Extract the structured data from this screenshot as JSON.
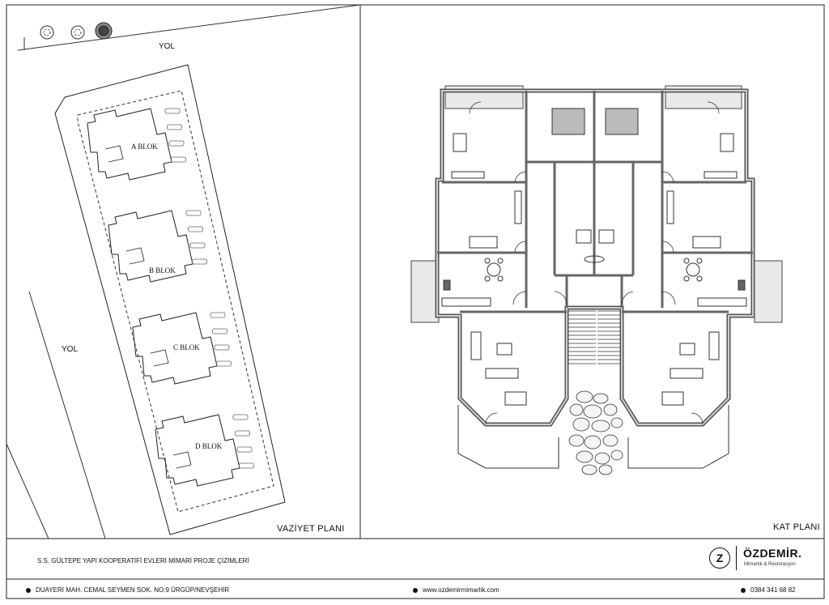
{
  "site_plan": {
    "title": "VAZİYET PLANI",
    "road_top": "YOL",
    "road_left": "YOL",
    "blocks": [
      {
        "label": "A BLOK"
      },
      {
        "label": "B BLOK"
      },
      {
        "label": "C BLOK"
      },
      {
        "label": "D BLOK"
      }
    ]
  },
  "floor_plan": {
    "title": "KAT PLANI"
  },
  "footer": {
    "project_title": "S.S. GÜLTEPE YAPI KOOPERATİFİ EVLERİ MİMARİ PROJE ÇİZİMLERİ",
    "address": "DUAYERİ MAH. CEMAL SEYMEN SOK. NO:9 ÜRGÜP/NEVŞEHİR",
    "website": "www.ozdemirmimarlik.com",
    "phone": "0384 341 68 82"
  },
  "logo": {
    "mark": "Z",
    "name": "ÖZDEMİR.",
    "tagline": "Mimarlık & Restorasyon"
  }
}
